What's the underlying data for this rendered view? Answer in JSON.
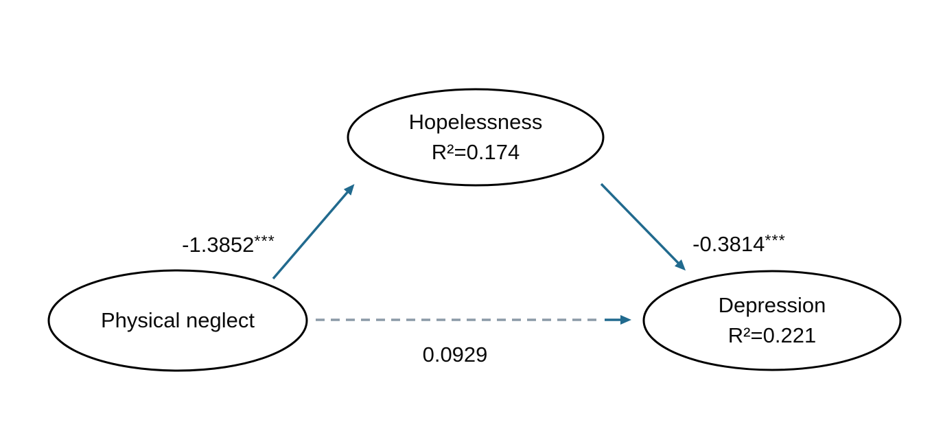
{
  "diagram": {
    "kind": "mediation-path-diagram",
    "background": "#ffffff"
  },
  "colors": {
    "node-stroke": "#000000",
    "arrow-solid": "#216a8e",
    "arrow-dashed": "#8b9aa7",
    "text": "#0a0a0a"
  },
  "nodes": [
    {
      "id": "physical-neglect",
      "label": "Physical neglect"
    },
    {
      "id": "hopelessness",
      "label": "Hopelessness",
      "r2": "R²=0.174"
    },
    {
      "id": "depression",
      "label": "Depression",
      "r2": "R²=0.221"
    }
  ],
  "paths": [
    {
      "id": "a",
      "from": "physical-neglect",
      "to": "hopelessness",
      "coefficient": "-1.3852",
      "significance": "***",
      "line_style": "solid"
    },
    {
      "id": "b",
      "from": "hopelessness",
      "to": "depression",
      "coefficient": "-0.3814",
      "significance": "***",
      "line_style": "solid"
    },
    {
      "id": "c",
      "from": "physical-neglect",
      "to": "depression",
      "coefficient": "0.0929",
      "significance": "",
      "line_style": "dashed"
    }
  ]
}
